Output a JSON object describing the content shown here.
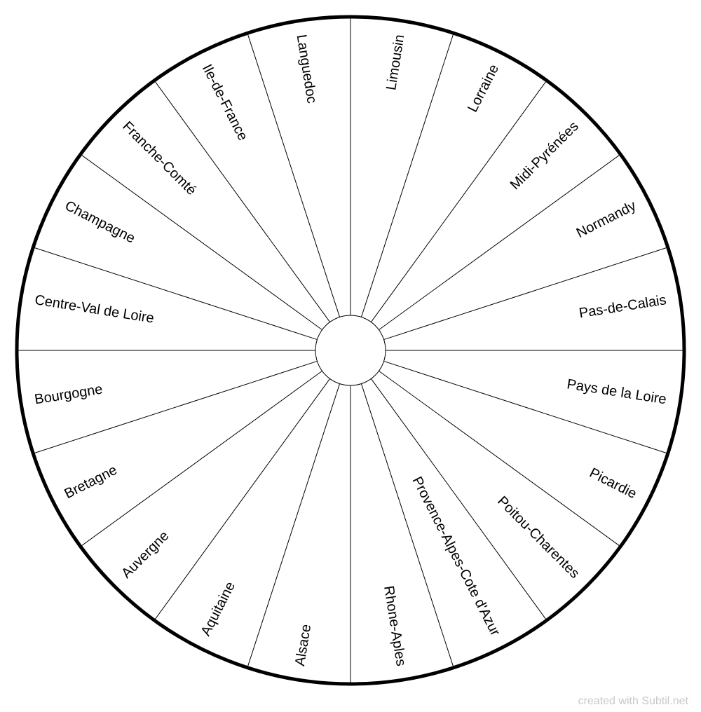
{
  "wheel": {
    "segments": [
      "Limousin",
      "Lorraine",
      "Midi-Pyrénées",
      "Normandy",
      "Pas-de-Calais",
      "Pays de la Loire",
      "Picardie",
      "Poitou-Charentes",
      "Provence-Alpes-Cote d'Azur",
      "Rhone-Aples",
      "Alsace",
      "Aquitaine",
      "Auvergne",
      "Bretagne",
      "Bourgogne",
      "Centre-Val de Loire",
      "Champagne",
      "Franche-Comté",
      "Ile-de-France",
      "Languedoc"
    ]
  },
  "footer": {
    "watermark": "created with Subtil.net"
  }
}
